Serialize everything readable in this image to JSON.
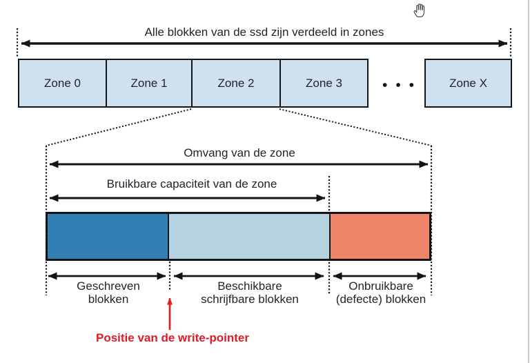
{
  "overview": {
    "title": "Alle blokken van de ssd zijn verdeeld in zones",
    "zones": [
      {
        "label": "Zone 0"
      },
      {
        "label": "Zone 1"
      },
      {
        "label": "Zone 2"
      },
      {
        "label": "Zone 3"
      }
    ],
    "ellipsis": "•••",
    "zone_x": {
      "label": "Zone X"
    },
    "zone_fill": "#cfe1ee"
  },
  "detail": {
    "extent_label": "Omvang van de zone",
    "usable_label": "Bruikbare capaciteit van de zone",
    "segments": [
      {
        "id": "written-blocks",
        "label_line1": "Geschreven",
        "label_line2": "blokken",
        "color": "#337fb3"
      },
      {
        "id": "available-writable-blocks",
        "label_line1": "Beschikbare",
        "label_line2": "schrijfbare blokken",
        "color": "#b5d2e2"
      },
      {
        "id": "unusable-defective-blocks",
        "label_line1": "Onbruikbare",
        "label_line2": "(defecte) blokken",
        "color": "#ee8568"
      }
    ],
    "write_pointer": {
      "label": "Positie van de write-pointer",
      "color": "#e11b23"
    }
  },
  "cursor": {
    "icon": "open-hand-cursor"
  },
  "colors": {
    "line": "#141414",
    "text": "#23232d",
    "page_edge": "#c8c8c8"
  }
}
